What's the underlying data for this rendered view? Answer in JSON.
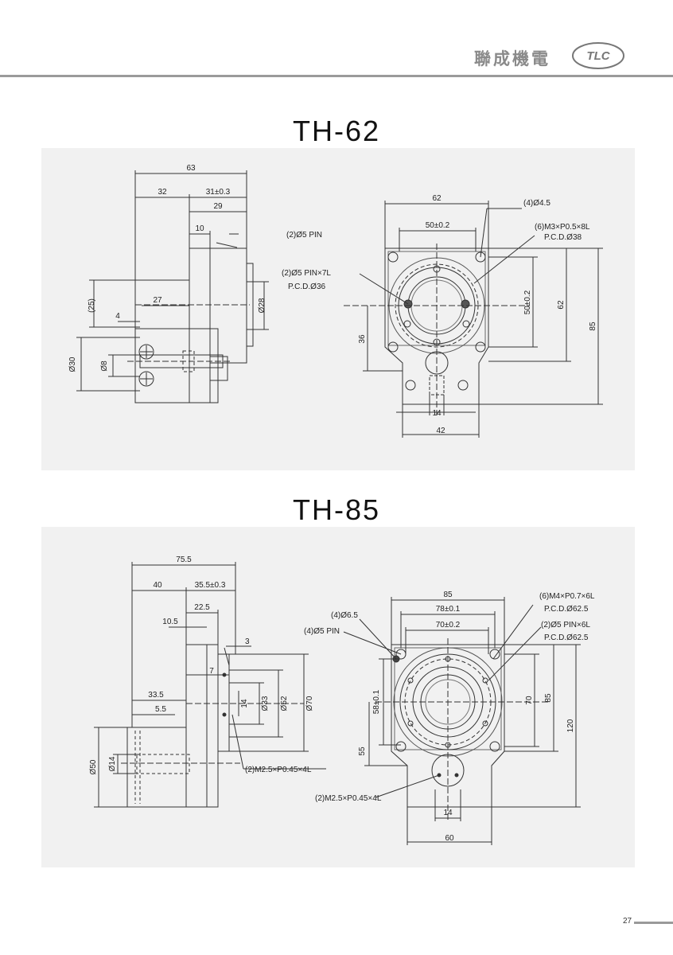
{
  "header": {
    "brand": "聯成機電",
    "logo_text": "TLC"
  },
  "models": [
    {
      "title": "TH-62",
      "side_labels": [
        "63",
        "32",
        "31±0.3",
        "29",
        "10",
        "(2)Ø5 PIN",
        "(25)",
        "27",
        "4",
        "Ø28",
        "Ø30",
        "Ø8"
      ],
      "front_labels": [
        "62",
        "(4)Ø4.5",
        "50±0.2",
        "(6)M3×P0.5×8L",
        "P.C.D.Ø38",
        "(2)Ø5 PIN×7L",
        "P.C.D.Ø36",
        "50±0.2",
        "62",
        "85",
        "36",
        "14",
        "42"
      ]
    },
    {
      "title": "TH-85",
      "side_labels": [
        "75.5",
        "40",
        "35.5±0.3",
        "22.5",
        "10.5",
        "3",
        "7",
        "33.5",
        "5.5",
        "14",
        "Ø33",
        "Ø52",
        "Ø70",
        "Ø50",
        "Ø14",
        "(2)M2.5×P0.45×4L"
      ],
      "front_labels": [
        "85",
        "(6)M4×P0.7×6L",
        "P.C.D.Ø62.5",
        "(4)Ø6.5",
        "78±0.1",
        "(2)Ø5 PIN×6L",
        "(4)Ø5 PIN",
        "70±0.2",
        "P.C.D.Ø62.5",
        "58±0.1",
        "70",
        "85",
        "120",
        "55",
        "(2)M2.5×P0.45×4L",
        "14",
        "60"
      ]
    }
  ],
  "footer": {
    "page_number": "27"
  }
}
